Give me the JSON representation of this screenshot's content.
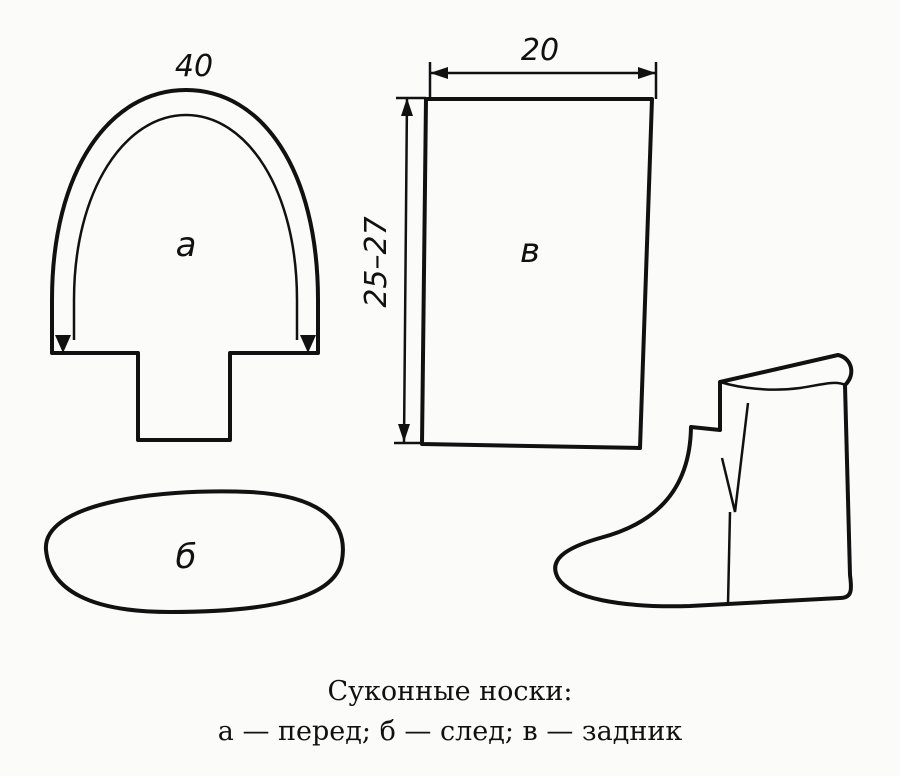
{
  "labels": {
    "front": "а",
    "sole": "б",
    "back": "в",
    "arc_length": "40",
    "width": "20",
    "height": "25–27"
  },
  "caption": {
    "line1": "Суконные носки:",
    "line2": "а — перед; б — след; в — задник"
  }
}
